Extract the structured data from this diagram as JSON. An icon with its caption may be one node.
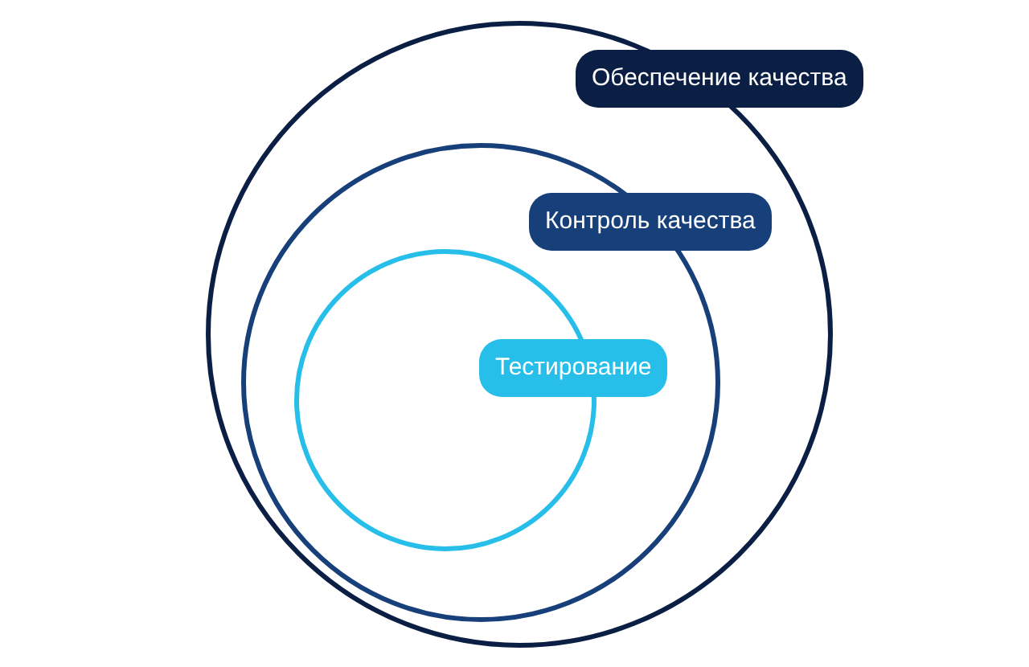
{
  "diagram": {
    "nodes": [
      {
        "text": [
          "Обеспечение качества"
        ]
      },
      {
        "text": [
          "Контроль качества"
        ],
        "in": 0
      },
      {
        "text": [
          "Тестирование"
        ],
        "in": 1
      }
    ]
  }
}
